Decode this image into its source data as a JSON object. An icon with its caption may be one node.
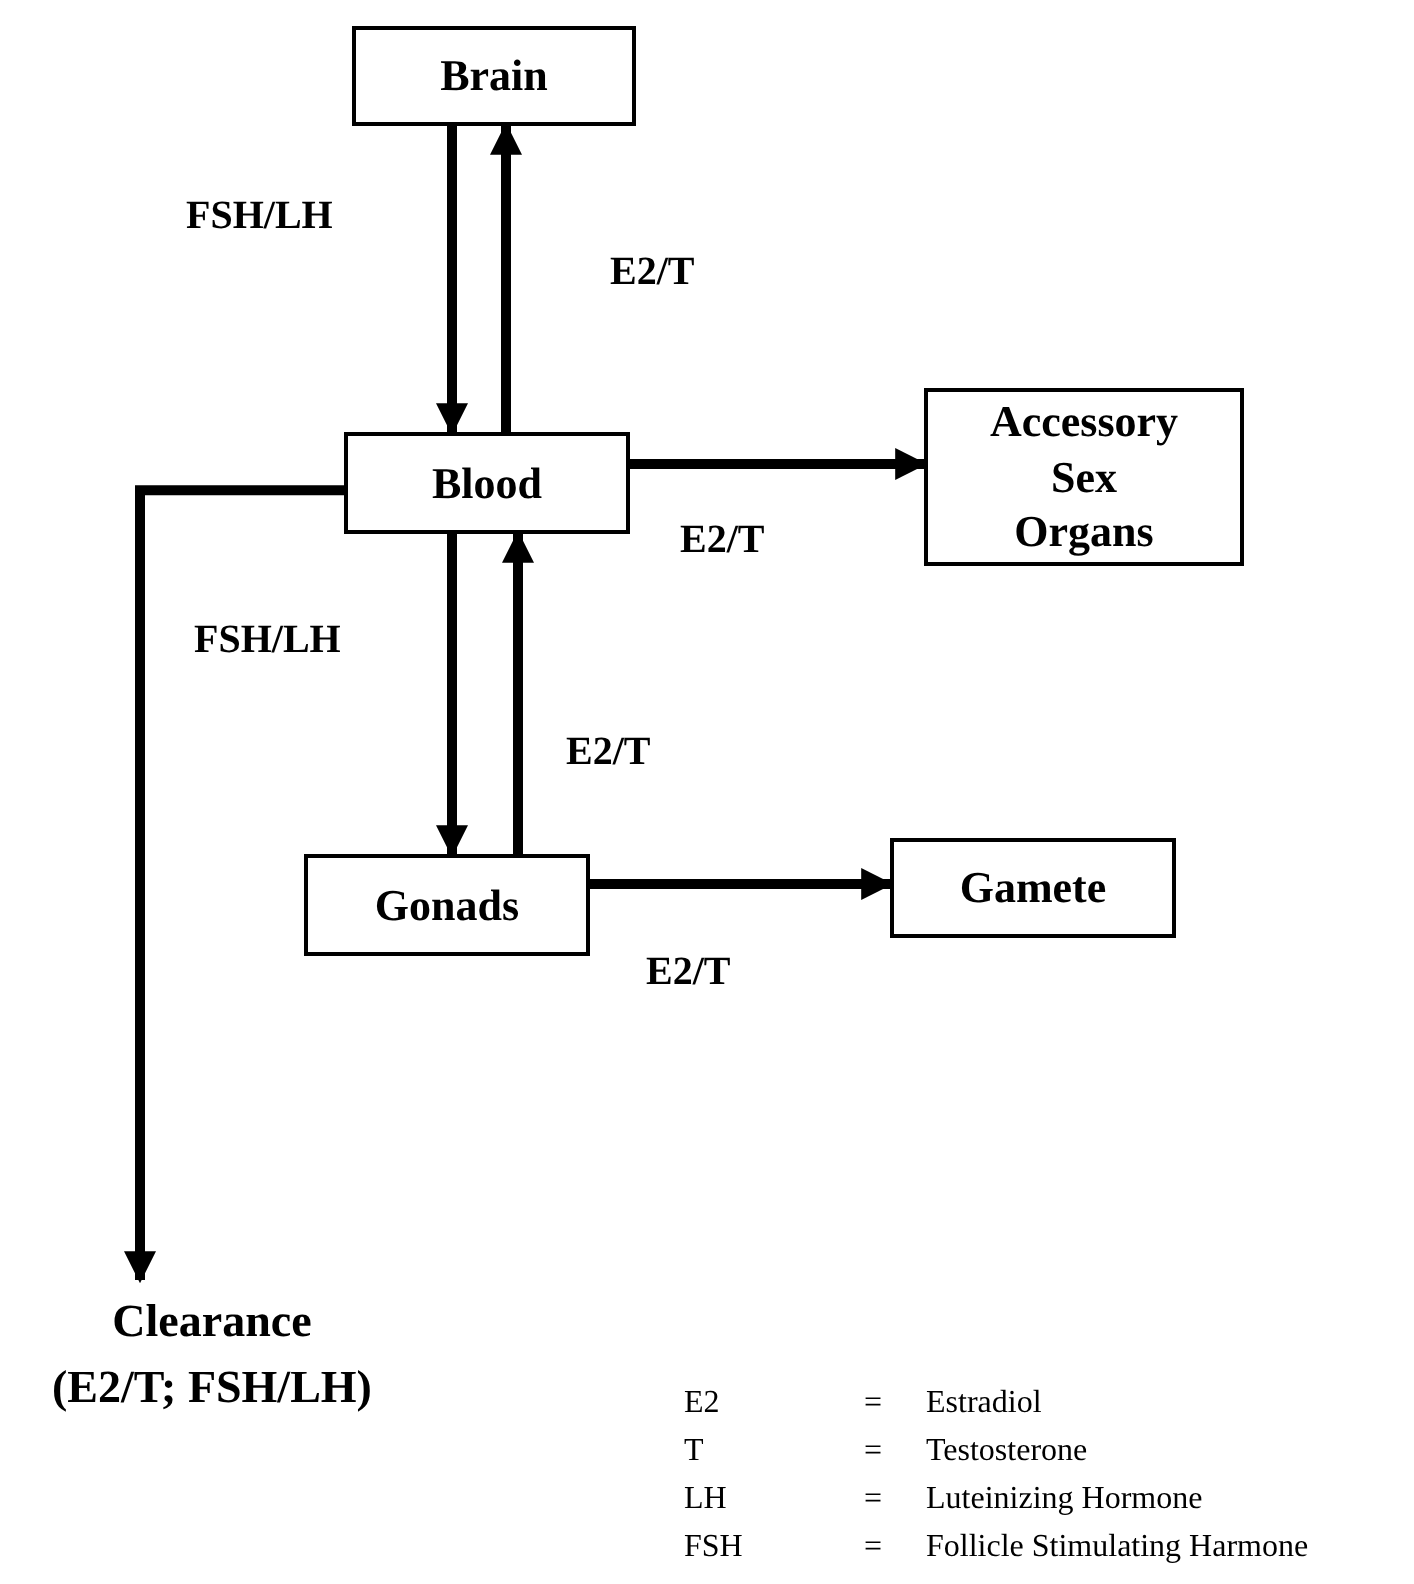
{
  "diagram": {
    "nodes": [
      {
        "text": [
          "Brain"
        ]
      },
      {
        "text": [
          "Blood"
        ]
      },
      {
        "text": [
          "Accessory Sex Organs"
        ]
      },
      {
        "text": [
          "Gonads"
        ]
      },
      {
        "text": [
          "Gamete"
        ]
      },
      {
        "text": [
          "Clearance",
          "(E2/T; FSH/LH)"
        ]
      }
    ],
    "edges": [
      {
        "from": 0,
        "to": 1,
        "arrow": "to",
        "label": "FSH/LH"
      },
      {
        "from": 1,
        "to": 0,
        "arrow": "to",
        "label": "E2/T"
      },
      {
        "from": 1,
        "to": 2,
        "arrow": "to",
        "label": "E2/T"
      },
      {
        "from": 1,
        "to": 3,
        "arrow": "to",
        "label": "FSH/LH"
      },
      {
        "from": 3,
        "to": 1,
        "arrow": "to",
        "label": "E2/T"
      },
      {
        "from": 3,
        "to": 4,
        "arrow": "to",
        "label": "E2/T"
      },
      {
        "from": 1,
        "to": 5,
        "arrow": "to"
      }
    ],
    "labels": [
      "E2",
      "=",
      "Estradiol",
      "T",
      "=",
      "Testosterone",
      "LH",
      "=",
      "Luteinizing Hormone",
      "FSH",
      "=",
      "Follicle Stimulating Harmone"
    ]
  }
}
